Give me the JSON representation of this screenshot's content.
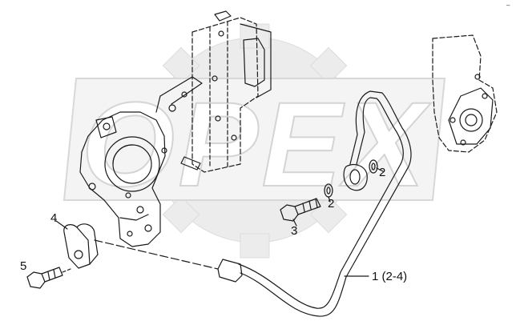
{
  "diagram": {
    "watermark_text": "OPEX",
    "corner_mark": "–",
    "callouts": [
      {
        "id": "label-1",
        "text": "1 (2-4)"
      },
      {
        "id": "label-2a",
        "text": "2"
      },
      {
        "id": "label-2b",
        "text": "2"
      },
      {
        "id": "label-3",
        "text": "3"
      },
      {
        "id": "label-4",
        "text": "4"
      },
      {
        "id": "label-5",
        "text": "5"
      }
    ],
    "colors": {
      "line": "#1a1a1a",
      "watermark": "#e8e8e8",
      "watermark_stroke": "#dadada"
    }
  }
}
